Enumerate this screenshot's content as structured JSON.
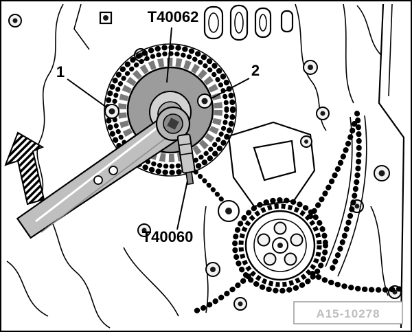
{
  "diagram": {
    "callouts": {
      "top_tool": "T40062",
      "bolt_left": "1",
      "bolt_right": "2",
      "lower_tool": "T40060"
    },
    "watermark": "A15-10278",
    "colors": {
      "line": "#000000",
      "lever_gray": "#bfbfbf",
      "plate_gray": "#9c9c9c",
      "hub_gray": "#d2d2d2",
      "watermark_gray": "#bdbdbd",
      "background": "#ffffff"
    }
  }
}
